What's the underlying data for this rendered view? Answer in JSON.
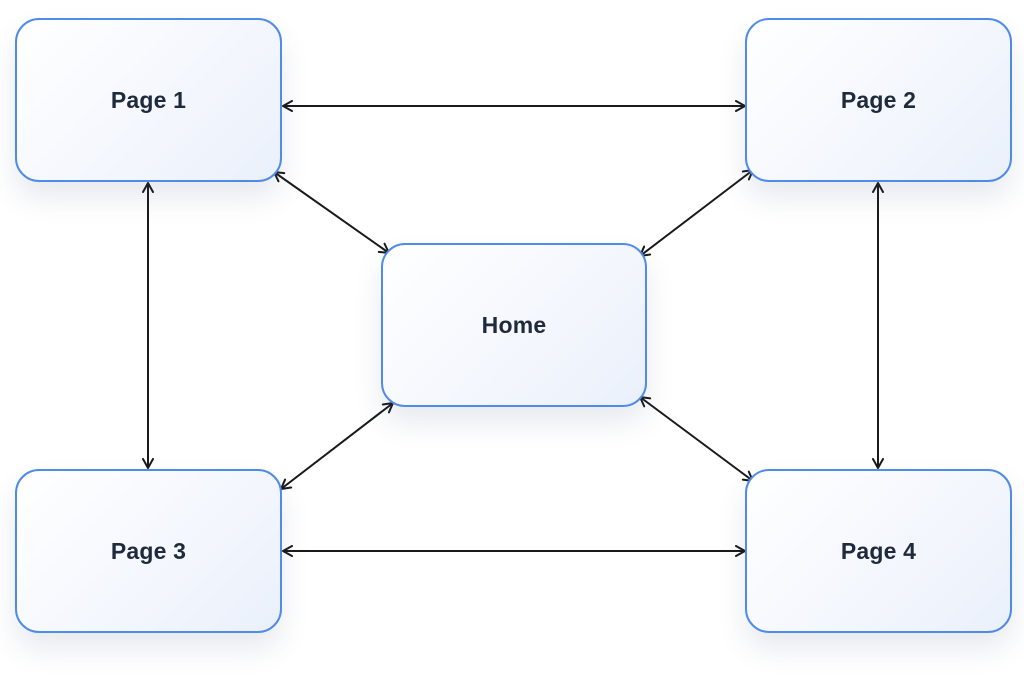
{
  "diagram": {
    "nodes": {
      "page1": "Page 1",
      "page2": "Page 2",
      "home": "Home",
      "page3": "Page 3",
      "page4": "Page 4"
    },
    "edges": [
      {
        "from": "Page 1",
        "to": "Page 2",
        "direction": "both"
      },
      {
        "from": "Page 3",
        "to": "Page 4",
        "direction": "both"
      },
      {
        "from": "Page 1",
        "to": "Page 3",
        "direction": "both"
      },
      {
        "from": "Page 2",
        "to": "Page 4",
        "direction": "both"
      },
      {
        "from": "Page 1",
        "to": "Home",
        "direction": "both"
      },
      {
        "from": "Page 2",
        "to": "Home",
        "direction": "both"
      },
      {
        "from": "Page 3",
        "to": "Home",
        "direction": "both"
      },
      {
        "from": "Page 4",
        "to": "Home",
        "direction": "both"
      }
    ],
    "colors": {
      "node_border": "#4f8be8",
      "node_fill": "#f4f7fd",
      "label_text": "#1f2a3c",
      "arrow": "#1a1a1a"
    }
  }
}
